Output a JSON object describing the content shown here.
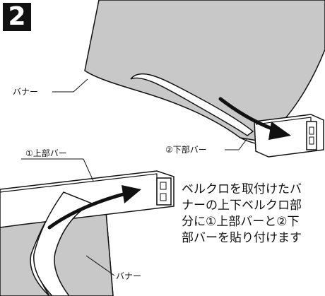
{
  "step_number": "2",
  "labels": {
    "banner_top": "バナー",
    "lower_bar": "②下部バー",
    "upper_bar": "①上部バー",
    "banner_bottom": "バナー"
  },
  "description_lines": [
    "ベルクロを取付けたバ",
    "ナーの上下ベルクロ部",
    "分に①上部バーと②下",
    "部バーを貼り付けます"
  ],
  "colors": {
    "banner_fill": "#c8c8c8",
    "line": "#111111",
    "arrow": "#111111",
    "badge_bg": "#111111",
    "badge_text": "#ffffff"
  }
}
